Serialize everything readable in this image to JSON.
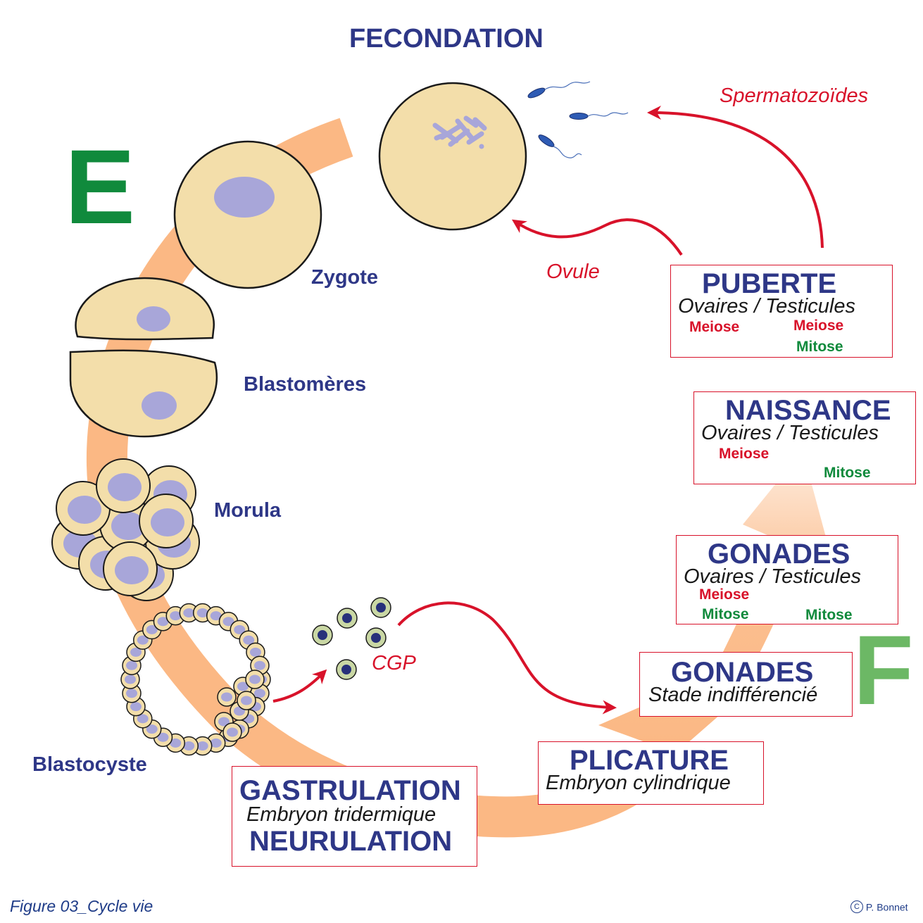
{
  "title": "FECONDATION",
  "big_letters": {
    "embryo": "E",
    "fetus": "F"
  },
  "stages": {
    "zygote": "Zygote",
    "blastomeres": "Blastomères",
    "morula": "Morula",
    "blastocyste": "Blastocyste"
  },
  "arrow_labels": {
    "spermatozoides": "Spermatozoïdes",
    "ovule": "Ovule",
    "cgp": "CGP"
  },
  "boxes": {
    "puberte": {
      "title": "PUBERTE",
      "subtitle": "Ovaires / Testicules",
      "meiose_left": "Meiose",
      "meiose_right": "Meiose",
      "mitose_right": "Mitose"
    },
    "naissance": {
      "title": "NAISSANCE",
      "subtitle": "Ovaires / Testicules",
      "meiose_left": "Meiose",
      "mitose_right": "Mitose"
    },
    "gonades_dev": {
      "title": "GONADES",
      "subtitle": "Ovaires / Testicules",
      "meiose_left": "Meiose",
      "mitose_left": "Mitose",
      "mitose_right": "Mitose"
    },
    "gonades_ind": {
      "title": "GONADES",
      "subtitle": "Stade indifférencié"
    },
    "plicature": {
      "title": "PLICATURE",
      "subtitle": "Embryon cylindrique"
    },
    "gastrulation": {
      "title": "GASTRULATION",
      "subtitle": "Embryon tridermique",
      "title2": "NEURULATION"
    }
  },
  "footer": {
    "caption": "Figure 03_Cycle vie",
    "copyright_symbol": "C",
    "copyright_text": "P. Bonnet"
  },
  "colors": {
    "navy": "#2e3787",
    "red": "#d8122a",
    "green": "#108a3c",
    "light_green": "#6cb865",
    "band": "#fbb884",
    "cell_fill": "#f3deaa",
    "nucleus": "#a8a6d9",
    "nucleus_dark": "#27307a"
  }
}
